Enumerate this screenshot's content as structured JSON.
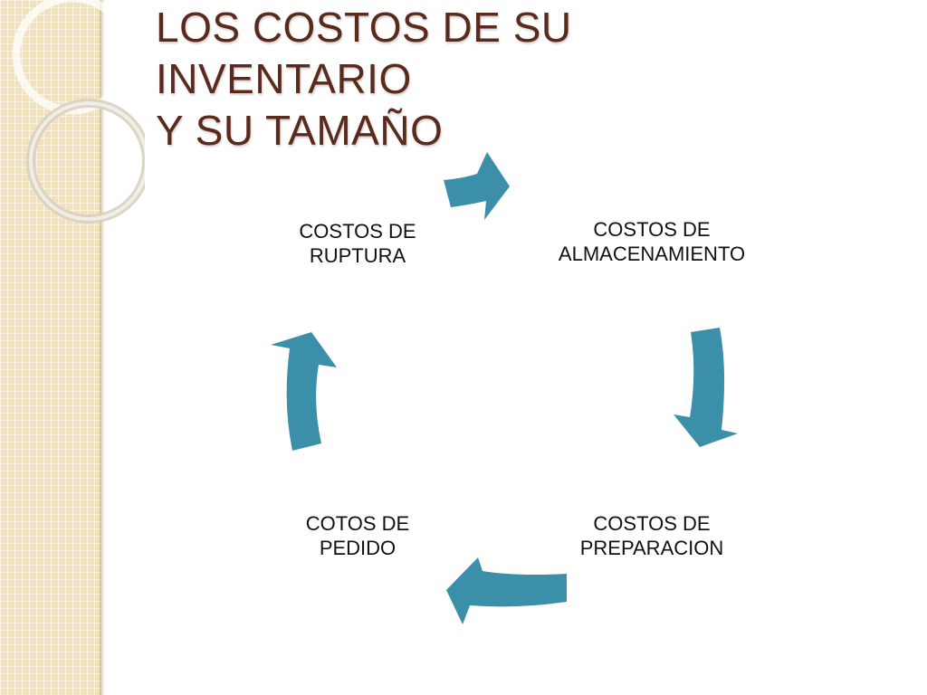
{
  "slide": {
    "title_lines": [
      "LOS COSTOS DE SU",
      "INVENTARIO",
      "Y SU TAMAÑO"
    ]
  },
  "diagram": {
    "type": "cycle",
    "arrow_color": "#3b8fa8",
    "nodes": [
      {
        "id": "almacenamiento",
        "lines": [
          "COSTOS DE",
          "ALMACENAMIENTO"
        ]
      },
      {
        "id": "preparacion",
        "lines": [
          "COSTOS DE",
          "PREPARACION"
        ]
      },
      {
        "id": "pedido",
        "lines": [
          "COTOS DE",
          "PEDIDO"
        ]
      },
      {
        "id": "ruptura",
        "lines": [
          "COSTOS DE",
          "RUPTURA"
        ]
      }
    ]
  },
  "colors": {
    "title": "#5a2a1c",
    "side_band": "#f3e2b9",
    "node_text": "#111111"
  }
}
